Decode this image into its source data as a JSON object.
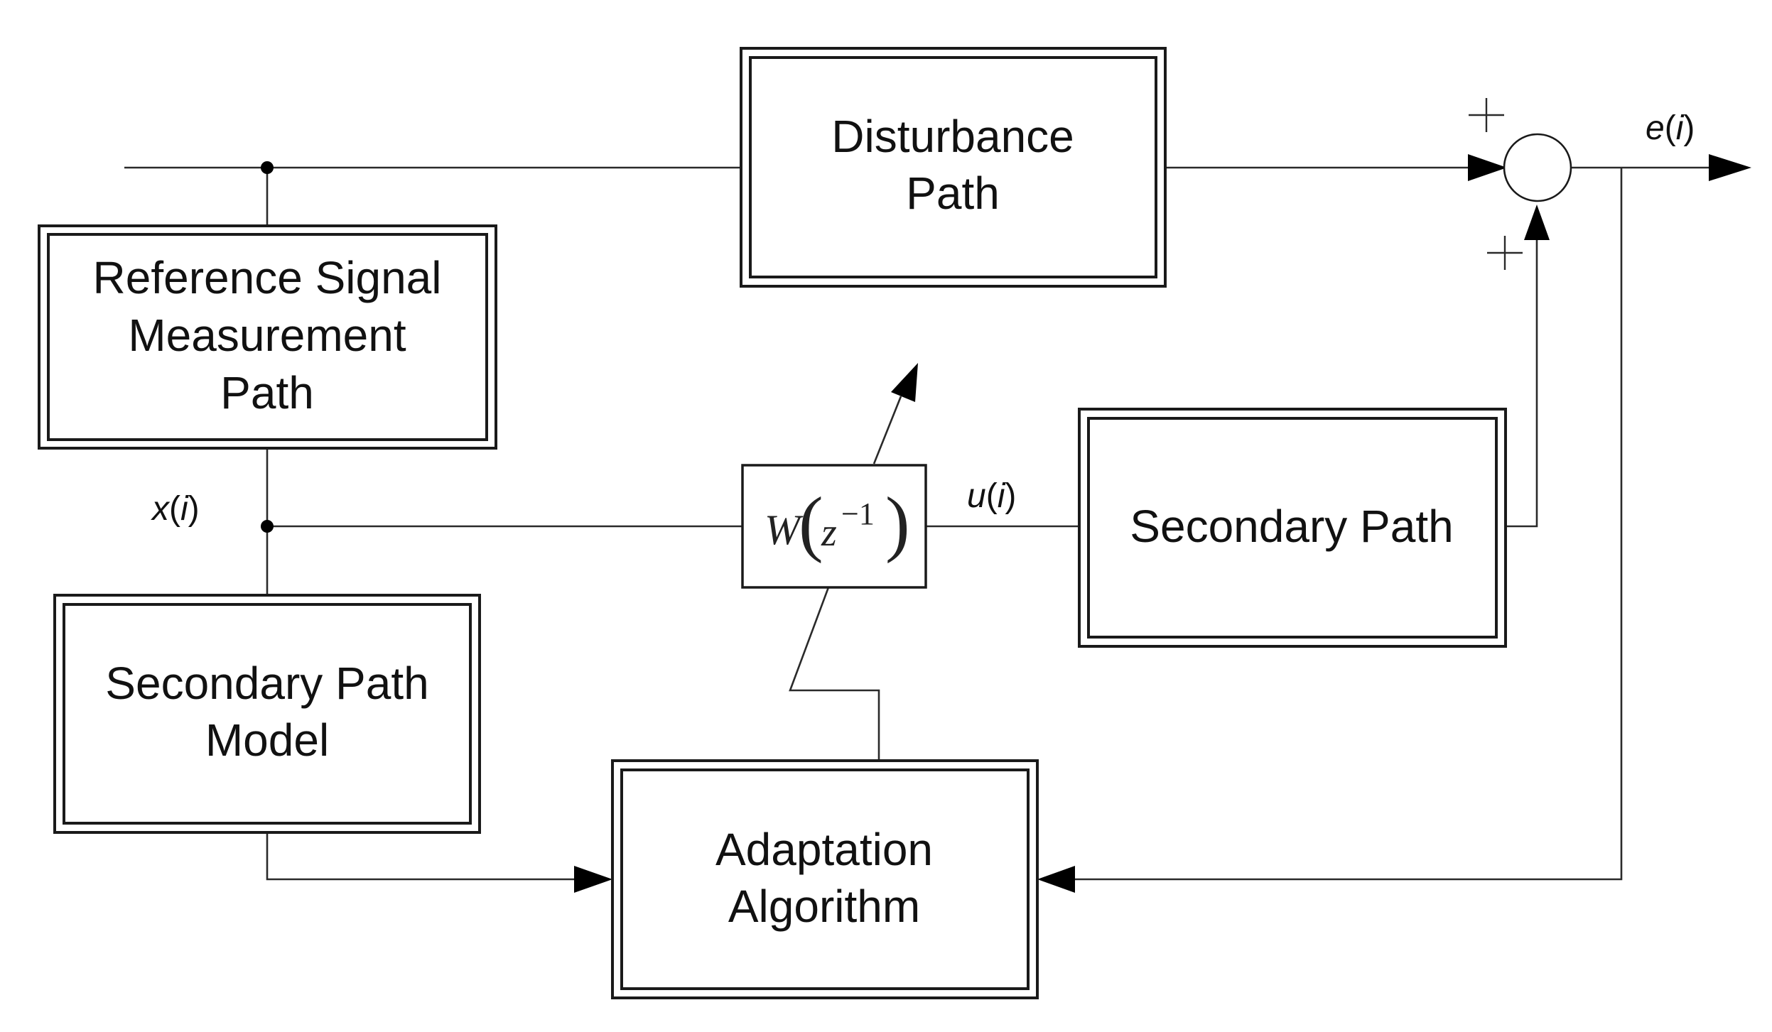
{
  "blocks": {
    "disturbance_path": [
      "Disturbance",
      "Path"
    ],
    "reference_measurement": [
      "Reference Signal",
      "Measurement",
      "Path"
    ],
    "secondary_path": [
      "Secondary Path"
    ],
    "secondary_path_model": [
      "Secondary Path",
      "Model"
    ],
    "adaptation_algorithm": [
      "Adaptation",
      "Algorithm"
    ],
    "adaptive_filter": {
      "symbol": "W",
      "argument": "z",
      "exponent": "−1"
    }
  },
  "signals": {
    "error": {
      "name": "e",
      "index": "i"
    },
    "reference": {
      "name": "x",
      "index": "i"
    },
    "control": {
      "name": "u",
      "index": "i"
    }
  },
  "summing_junction": {
    "top_sign": "+",
    "bottom_sign": "+"
  }
}
